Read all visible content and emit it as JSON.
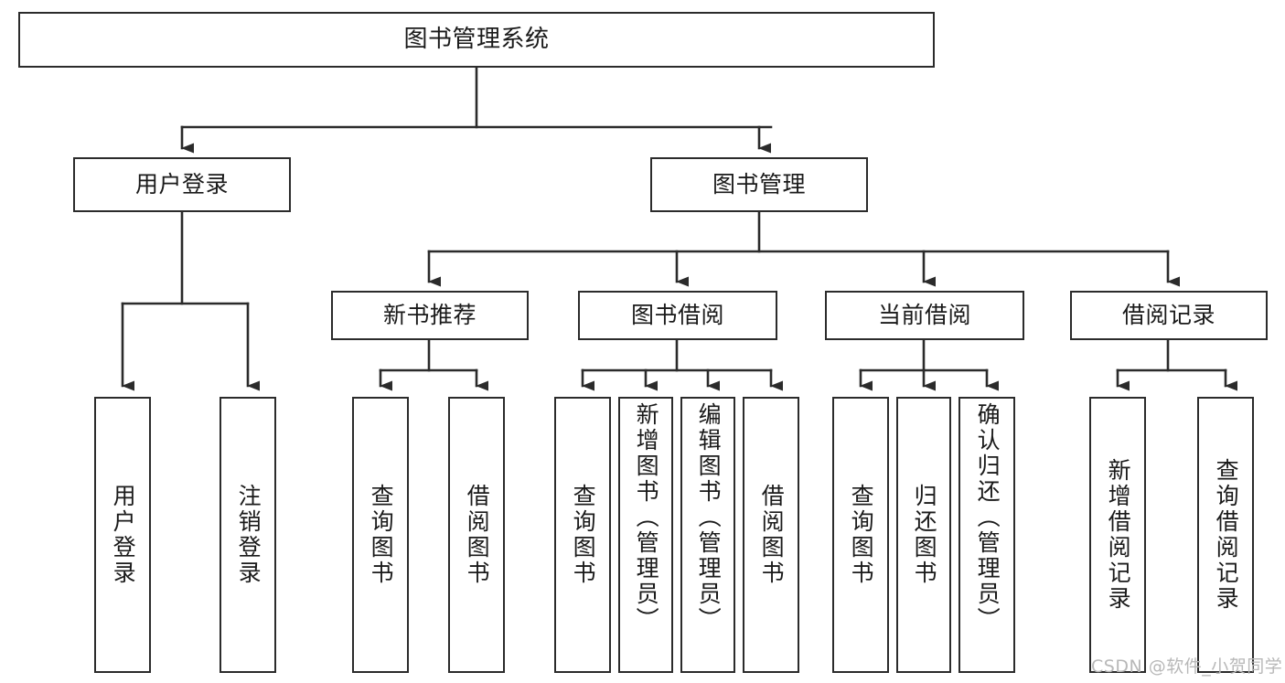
{
  "diagram": {
    "type": "tree-hierarchy-chart",
    "title": "图书管理系统",
    "orientation": "top-down",
    "colors": {
      "box_border": "#2b2b2b",
      "box_fill": "#ffffff",
      "connector": "#2b2b2b",
      "text": "#1a1a1a",
      "watermark": "#b8b8b8",
      "background": "#ffffff"
    }
  },
  "root": {
    "label": "图书管理系统"
  },
  "level2": [
    {
      "label": "用户登录"
    },
    {
      "label": "图书管理"
    }
  ],
  "level3": [
    {
      "label": "新书推荐"
    },
    {
      "label": "图书借阅"
    },
    {
      "label": "当前借阅"
    },
    {
      "label": "借阅记录"
    }
  ],
  "leaves": {
    "user_login": [
      {
        "label": "用户登录"
      },
      {
        "label": "注销登录"
      }
    ],
    "new_book_recommend": [
      {
        "label": "查询图书"
      },
      {
        "label": "借阅图书"
      }
    ],
    "book_borrow": [
      {
        "label": "查询图书"
      },
      {
        "label": "新增图书（管理员）"
      },
      {
        "label": "编辑图书（管理员）"
      },
      {
        "label": "借阅图书"
      }
    ],
    "current_borrow": [
      {
        "label": "查询图书"
      },
      {
        "label": "归还图书"
      },
      {
        "label": "确认归还（管理员）"
      }
    ],
    "borrow_record": [
      {
        "label": "新增借阅记录"
      },
      {
        "label": "查询借阅记录"
      }
    ]
  },
  "watermark": {
    "text": "CSDN @软件_小贺同学"
  }
}
